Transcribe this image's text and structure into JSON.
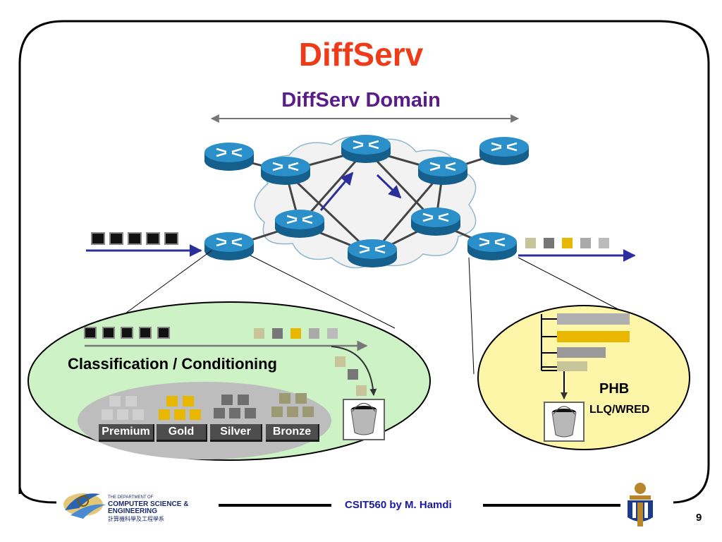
{
  "slide": {
    "title": "DiffServ",
    "subtitle": "DiffServ Domain",
    "classification_label": "Classification / Conditioning",
    "classes": [
      "Premium",
      "Gold",
      "Silver",
      "Bronze"
    ],
    "phb_label": "PHB",
    "phb_sub_label": "LLQ/WRED",
    "footer": "CSIT560 by M. Hamdi",
    "page_number": "9"
  },
  "logo": {
    "dept_line1": "THE DEPARTMENT OF",
    "dept_line2": "COMPUTER SCIENCE &",
    "dept_line3": "ENGINEERING",
    "dept_line4": "計算機科學及工程學系"
  },
  "colors": {
    "title": "#ee3b1a",
    "subtitle": "#5a1c8a",
    "router": "#1f7fb8",
    "arrow": "#2b2f9c",
    "gold": "#e8b800",
    "classifier_oval": "#ccf2c6",
    "phb_oval": "#fdf6a8"
  }
}
